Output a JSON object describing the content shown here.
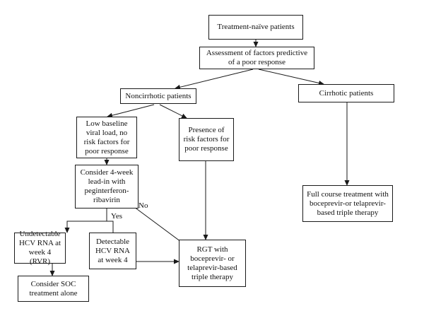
{
  "nodes": {
    "treatment_naive": "Treatment-naïve patients",
    "assessment": "Assessment of factors predictive of a poor response",
    "noncirrhotic": "Noncirrhotic patients",
    "cirrhotic": "Cirrhotic patients",
    "low_baseline": "Low baseline viral load, no risk factors for poor response",
    "risk_factors": "Presence of risk factors for poor response",
    "lead_in": "Consider 4-week lead-in with peginterferon-ribavirin",
    "undetectable": "Undetectable HCV RNA at week 4 (RVR)",
    "detectable": "Detectable HCV RNA at week 4",
    "rgt": "RGT with boceprevir- or telaprevir-based triple therapy",
    "full_course": "Full course treatment with boceprevir-or telaprevir-based triple therapy",
    "soc": "Consider SOC treatment alone"
  },
  "edge_labels": {
    "yes": "Yes",
    "no": "No"
  },
  "colors": {
    "line": "#1a1a1a",
    "text": "#111111"
  }
}
